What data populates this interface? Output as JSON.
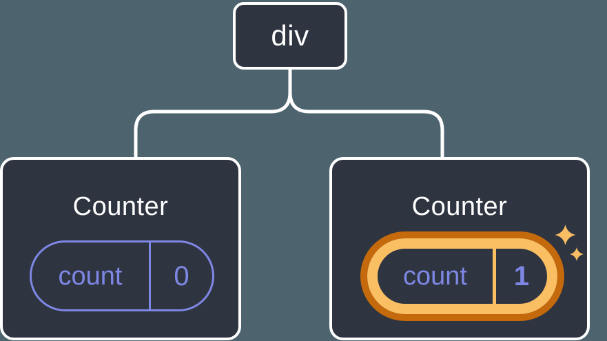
{
  "diagram": {
    "root_node": {
      "label": "div"
    },
    "children": [
      {
        "title": "Counter",
        "state": {
          "key": "count",
          "value": "0"
        },
        "highlighted": false
      },
      {
        "title": "Counter",
        "state": {
          "key": "count",
          "value": "1"
        },
        "highlighted": true
      }
    ]
  },
  "icons": {
    "sparkles": "four-point-sparkle-stars"
  },
  "colors": {
    "background": "#4D646F",
    "card_bg": "#2E3440",
    "card_border": "#FFFFFF",
    "connector": "#FFFFFF",
    "title_text": "#FFFFFF",
    "state_accent": "#7E87E4",
    "highlight_outer": "#C4690C",
    "highlight_inner": "#FBBF63",
    "sparkle": "#F9BE63"
  }
}
